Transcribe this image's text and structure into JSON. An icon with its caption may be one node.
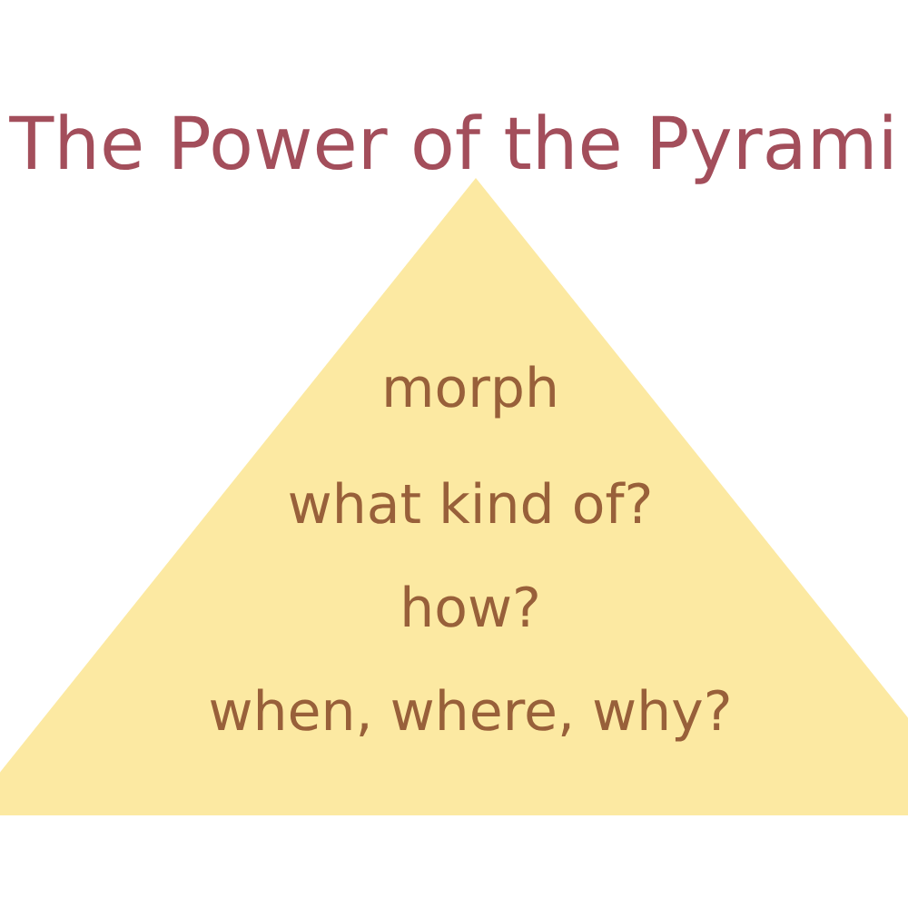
{
  "diagram": {
    "title": "The Power of the Pyrami",
    "nodes": [
      {
        "text": [
          "morph",
          "what kind of?",
          "how?",
          "when, where, why?"
        ]
      }
    ]
  }
}
